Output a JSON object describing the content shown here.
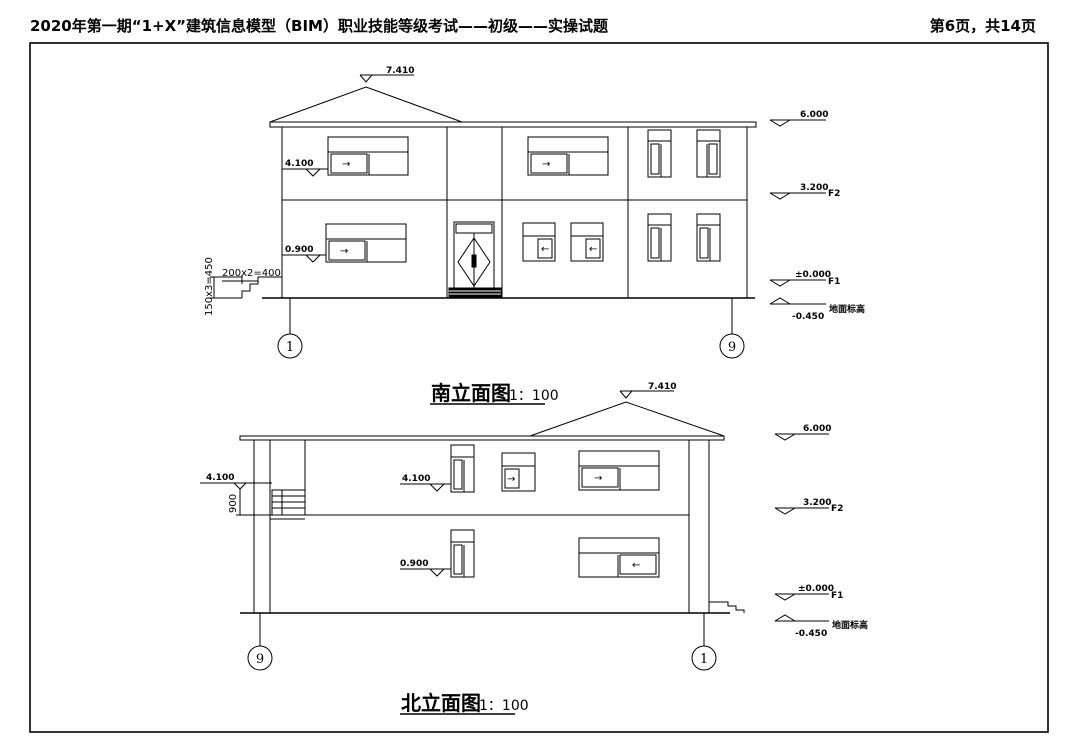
{
  "header": {
    "title": "2020年第一期“1+X”建筑信息模型（BIM）职业技能等级考试——初级——实操试题",
    "page": "第6页，共14页"
  },
  "south": {
    "title": "南立面图",
    "scale": "1：100",
    "elev_ridge": "7.410",
    "elev_roof": "6.000",
    "elev_f2": "3.200",
    "f2": "F2",
    "elev_f1": "±0.000",
    "f1": "F1",
    "elev_ground": "-0.450",
    "ground_label": "地面标高",
    "sill_upper": "4.100",
    "sill_lower": "0.900",
    "step_h": "150x3=450",
    "step_w": "200x2=400",
    "axis_left": "1",
    "axis_right": "9",
    "arrow_r": "→",
    "arrow_l": "←"
  },
  "north": {
    "title": "北立面图",
    "scale": "1：100",
    "elev_ridge": "7.410",
    "elev_roof": "6.000",
    "elev_f2": "3.200",
    "f2": "F2",
    "elev_f1": "±0.000",
    "f1": "F1",
    "elev_ground": "-0.450",
    "ground_label": "地面标高",
    "sill_upper_left": "4.100",
    "sill_upper": "4.100",
    "sill_lower": "0.900",
    "rail_h": "900",
    "axis_left": "9",
    "axis_right": "1",
    "arrow_r": "→",
    "arrow_l": "←"
  }
}
